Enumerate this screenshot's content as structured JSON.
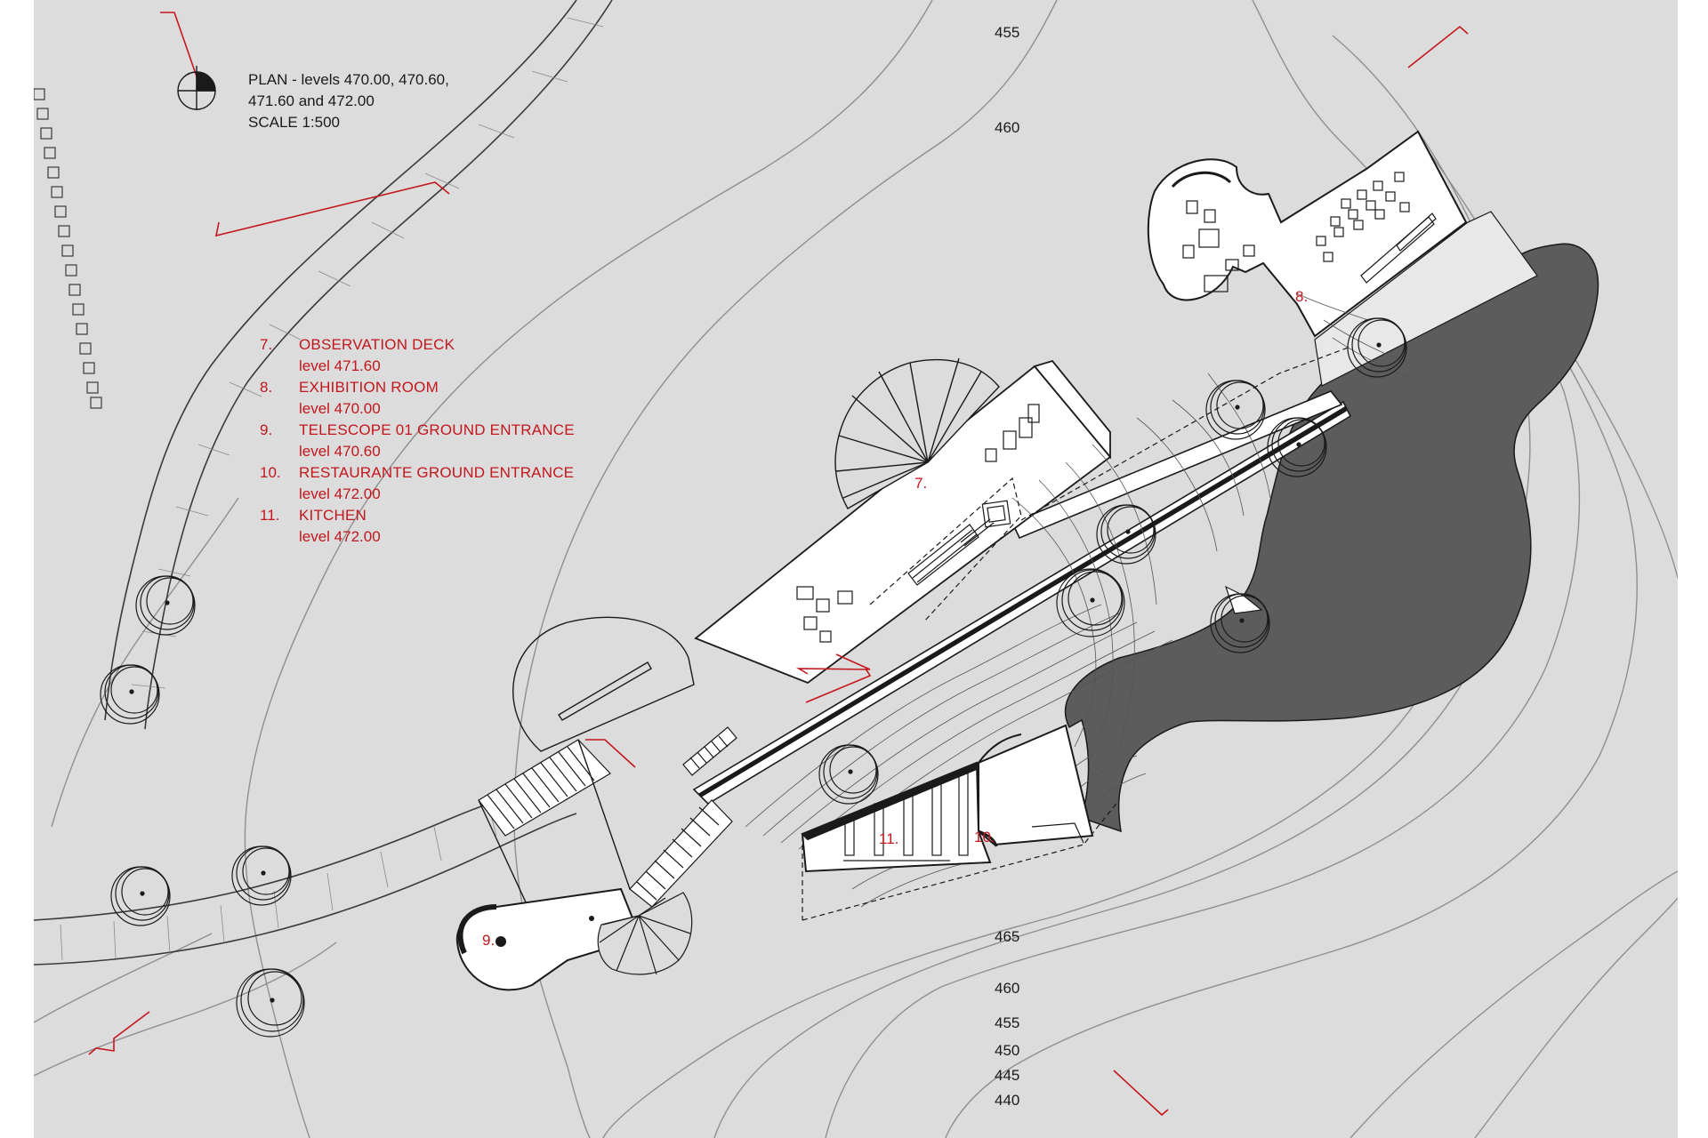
{
  "title": {
    "line1": "PLAN - levels 470.00, 470.60,",
    "line2": "471.60 and 472.00",
    "line3": "SCALE 1:500"
  },
  "legend": [
    {
      "num": "7.",
      "name": "OBSERVATION DECK",
      "level": "level 471.60"
    },
    {
      "num": "8.",
      "name": "EXHIBITION ROOM",
      "level": "level 470.00"
    },
    {
      "num": "9.",
      "name": "TELESCOPE 01 GROUND ENTRANCE",
      "level": "level 470.60"
    },
    {
      "num": "10.",
      "name": "RESTAURANTE GROUND ENTRANCE",
      "level": "level 472.00"
    },
    {
      "num": "11.",
      "name": "KITCHEN",
      "level": "level 472.00"
    }
  ],
  "elevations_top": [
    "455",
    "460"
  ],
  "elevations_bottom": [
    "465",
    "460",
    "455",
    "450",
    "445",
    "440"
  ],
  "room_tags": {
    "r7": "7.",
    "r8": "8.",
    "r9": "9.",
    "r10": "10.",
    "r11": "11."
  },
  "colors": {
    "background": "#dcdcdc",
    "accent_red": "#c4161c",
    "water": "#5c5c5c",
    "line": "#1a1a1a"
  }
}
